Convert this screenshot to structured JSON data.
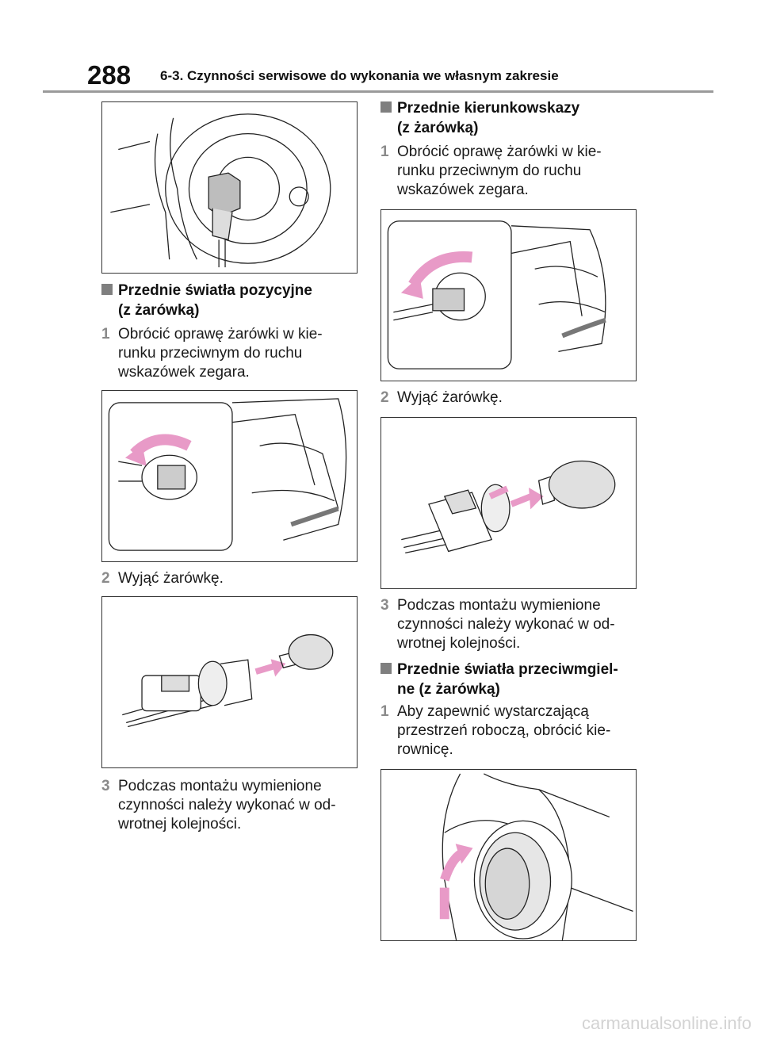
{
  "header": {
    "page_number": "288",
    "chapter_title": "6-3. Czynności serwisowe do wykonania we własnym zakresie"
  },
  "left_column": {
    "section_title_line1": "Przednie światła pozycyjne",
    "section_title_line2": "(z żarówką)",
    "step1_num": "1",
    "step1_l1": "Obrócić oprawę żarówki w kie-",
    "step1_l2": "runku przeciwnym do ruchu",
    "step1_l3": "wskazówek zegara.",
    "step2_num": "2",
    "step2_l1": "Wyjąć żarówkę.",
    "step3_num": "3",
    "step3_l1": "Podczas montażu wymienione",
    "step3_l2": "czynności należy wykonać w od-",
    "step3_l3": "wrotnej kolejności."
  },
  "right_column": {
    "section1_title_line1": "Przednie kierunkowskazy",
    "section1_title_line2": "(z żarówką)",
    "step1_num": "1",
    "step1_l1": "Obrócić oprawę żarówki w kie-",
    "step1_l2": "runku przeciwnym do ruchu",
    "step1_l3": "wskazówek zegara.",
    "step2_num": "2",
    "step2_l1": "Wyjąć żarówkę.",
    "step3_num": "3",
    "step3_l1": "Podczas montażu wymienione",
    "step3_l2": "czynności należy wykonać w od-",
    "step3_l3": "wrotnej kolejności.",
    "section2_title_line1": "Przednie światła przeciwmgiel-",
    "section2_title_line2": "ne (z żarówką)",
    "s2_step1_num": "1",
    "s2_step1_l1": "Aby zapewnić wystarczającą",
    "s2_step1_l2": "przestrzeń roboczą, obrócić kie-",
    "s2_step1_l3": "rownicę."
  },
  "watermark": "carmanualsonline.info",
  "colors": {
    "arrow_pink": "#e89ac7",
    "bullet_gray": "#7f7f7f",
    "rule_gray": "#9a9a9a"
  },
  "icons": [
    "section-bullet-icon"
  ]
}
